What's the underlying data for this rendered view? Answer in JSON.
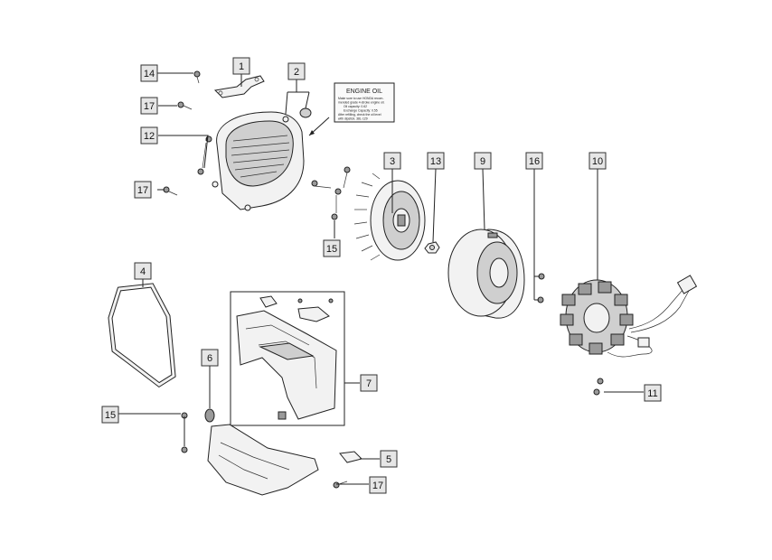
{
  "diagram": {
    "callouts": [
      "1",
      "2",
      "3",
      "4",
      "5",
      "6",
      "7",
      "9",
      "10",
      "11",
      "12",
      "13",
      "14",
      "15",
      "15",
      "16",
      "17",
      "17",
      "17"
    ],
    "label": {
      "title": "ENGINE OIL",
      "lines": [
        "Make sure to use HONDA recom-",
        "mended grade 4-stroke engine oil.",
        "Oil capacity:        0.62",
        "Exchange Capacity:   0.55",
        "After refilling, check the oil level",
        "with dipstick.          38L-129"
      ]
    }
  }
}
